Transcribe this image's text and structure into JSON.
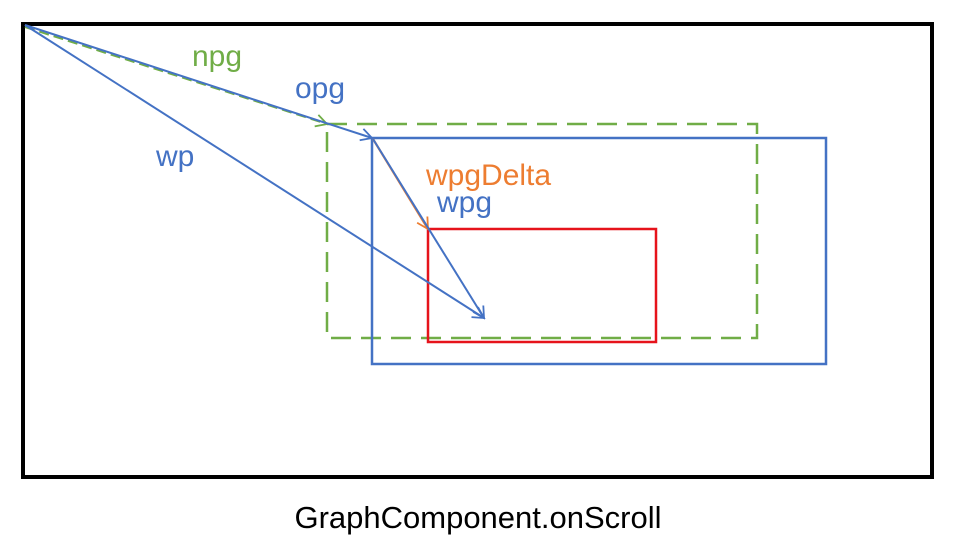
{
  "diagram": {
    "caption": "GraphComponent.onScroll",
    "labels": {
      "npg": "npg",
      "opg": "opg",
      "wp": "wp",
      "wpgDelta": "wpgDelta",
      "wpg": "wpg"
    },
    "colors": {
      "frame": "#000000",
      "green": "#70ad47",
      "blue": "#4472c4",
      "orange": "#ed7d31",
      "red": "#e6131b"
    }
  }
}
